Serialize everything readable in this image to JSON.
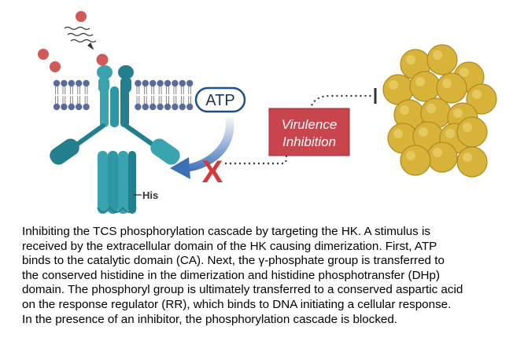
{
  "figure": {
    "atp_label": "ATP",
    "his_label": "His",
    "virulence_box": {
      "line1": "Virulence",
      "line2": "Inhibition"
    },
    "inhibition_mark": "X",
    "colors": {
      "stimulus": "#d05a5a",
      "kinase": "#3aa3b0",
      "kinase_dark": "#237f8d",
      "lipid_head": "#5a6a9a",
      "inhibition_box": "#c9454d",
      "bacteria": "#d8b33a",
      "arrow": "#3b6fb6",
      "x_mark": "#d33a3a"
    }
  },
  "caption": {
    "lines": [
      "Inhibiting the TCS phosphorylation cascade by targeting the HK. A stimulus is",
      "received by the extracellular domain of the HK causing dimerization. First, ATP",
      "binds to the catalytic domain (CA). Next, the γ-phosphate group is transferred to",
      "the conserved histidine in the dimerization and histidine phosphotransfer (DHp)",
      "domain. The phosphoryl group is ultimately transferred to a conserved aspartic acid",
      "on the response regulator (RR), which binds to DNA initiating a cellular response.",
      "In the presence of an inhibitor, the phosphorylation cascade is blocked."
    ]
  }
}
